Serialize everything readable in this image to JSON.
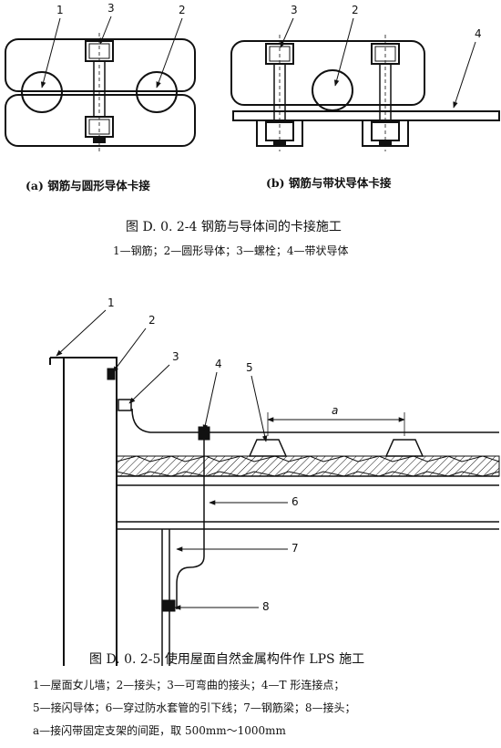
{
  "fig1": {
    "sub_a": "(a) 钢筋与圆形导体卡接",
    "sub_b": "(b) 钢筋与带状导体卡接",
    "caption": "图 D. 0. 2-4   钢筋与导体间的卡接施工",
    "legend": "1—钢筋；2—圆形导体；3—螺栓；4—带状导体",
    "labels": {
      "a1": "1",
      "a3": "3",
      "a2": "2",
      "b3": "3",
      "b2": "2",
      "b4": "4"
    }
  },
  "fig2": {
    "caption": "图 D. 0. 2-5   使用屋面自然金属构件作 LPS 施工",
    "legend1": "1—屋面女儿墙；2—接头；3—可弯曲的接头；4—T 形连接点；",
    "legend2": "5—接闪导体；6—穿过防水套管的引下线；7—钢筋梁；8—接头；",
    "legend3": "a—接闪带固定支架的间距，取 500mm～1000mm",
    "dim_label": "a",
    "labels": {
      "n1": "1",
      "n2": "2",
      "n3": "3",
      "n4": "4",
      "n5": "5",
      "n6": "6",
      "n7": "7",
      "n8": "8"
    }
  }
}
